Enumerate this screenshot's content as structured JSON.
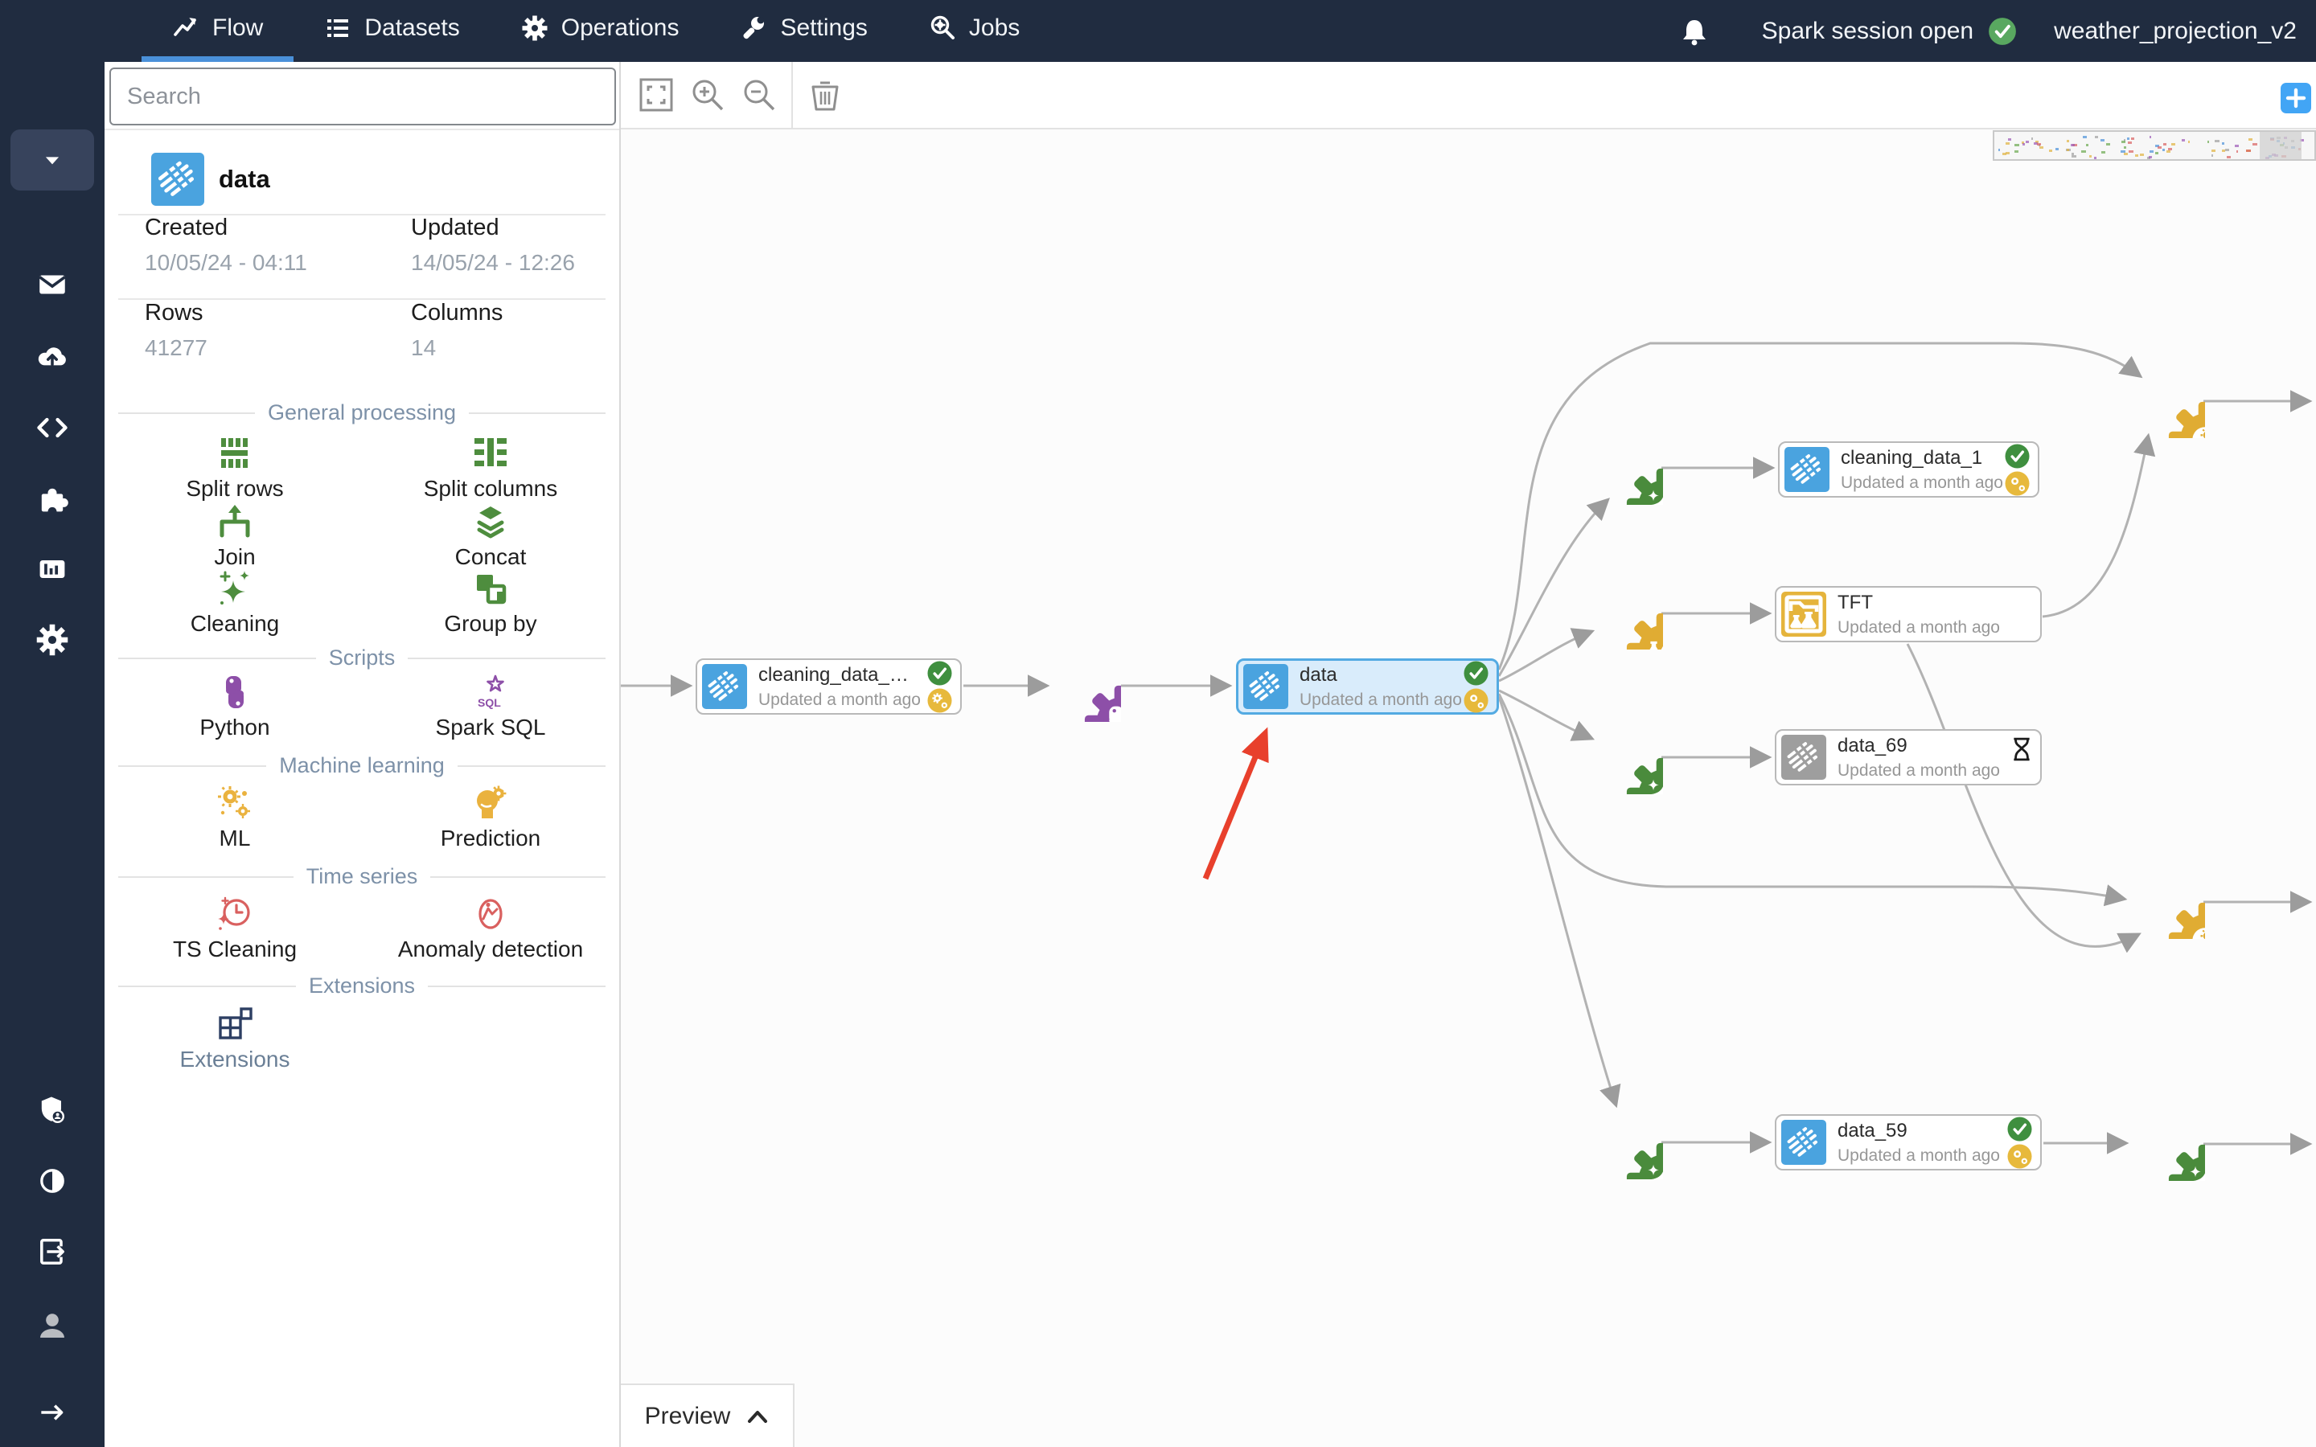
{
  "topbar": {
    "tabs": [
      {
        "label": "Flow",
        "active": true
      },
      {
        "label": "Datasets",
        "active": false
      },
      {
        "label": "Operations",
        "active": false
      },
      {
        "label": "Settings",
        "active": false
      },
      {
        "label": "Jobs",
        "active": false
      }
    ],
    "session_status": "Spark session open",
    "project_name": "weather_projection_v2"
  },
  "sidebar": {
    "items": [
      "workspace-switcher",
      "mail",
      "cloud-upload",
      "code",
      "plugins",
      "charts",
      "settings",
      "security",
      "theme",
      "logout",
      "account",
      "expand"
    ]
  },
  "panel": {
    "search": {
      "placeholder": "Search"
    },
    "dataset": {
      "name": "data",
      "created_label": "Created",
      "created_value": "10/05/24 - 04:11",
      "updated_label": "Updated",
      "updated_value": "14/05/24 - 12:26",
      "rows_label": "Rows",
      "rows_value": "41277",
      "columns_label": "Columns",
      "columns_value": "14"
    },
    "sections": [
      {
        "title": "General processing",
        "tools": [
          {
            "label": "Split rows"
          },
          {
            "label": "Split columns"
          },
          {
            "label": "Join"
          },
          {
            "label": "Concat"
          },
          {
            "label": "Cleaning"
          },
          {
            "label": "Group by"
          }
        ]
      },
      {
        "title": "Scripts",
        "tools": [
          {
            "label": "Python"
          },
          {
            "label": "Spark SQL",
            "icon_text": "SQL"
          }
        ]
      },
      {
        "title": "Machine learning",
        "tools": [
          {
            "label": "ML"
          },
          {
            "label": "Prediction"
          }
        ]
      },
      {
        "title": "Time series",
        "tools": [
          {
            "label": "TS Cleaning"
          },
          {
            "label": "Anomaly detection"
          }
        ]
      },
      {
        "title": "Extensions",
        "tools": [
          {
            "label": "Extensions"
          }
        ]
      }
    ]
  },
  "canvas": {
    "nodes": [
      {
        "title": "cleaning_data_set_...",
        "subtitle": "Updated a month ago"
      },
      {
        "title": "data",
        "subtitle": "Updated a month ago"
      },
      {
        "title": "cleaning_data_1",
        "subtitle": "Updated a month ago"
      },
      {
        "title": "TFT",
        "subtitle": "Updated a month ago"
      },
      {
        "title": "data_69",
        "subtitle": "Updated a month ago"
      },
      {
        "title": "data_59",
        "subtitle": "Updated a month ago"
      }
    ],
    "preview_label": "Preview"
  },
  "colors": {
    "topbar_bg": "#202c40",
    "active_tab": "#4a90d9",
    "dataset_blue": "#4aa3df",
    "dataset_gray": "#9e9e9e",
    "recipe_green": "#4a8b3c",
    "recipe_yellow": "#e0ac33",
    "recipe_purple": "#8d4fa8",
    "badge_green": "#3f8f3f",
    "badge_yellow": "#e7b93c",
    "model_yellow": "#e5b43c",
    "annotation_red": "#e8402c",
    "selected_node_bg": "#d9ecfb",
    "selected_node_border": "#53aae2"
  }
}
